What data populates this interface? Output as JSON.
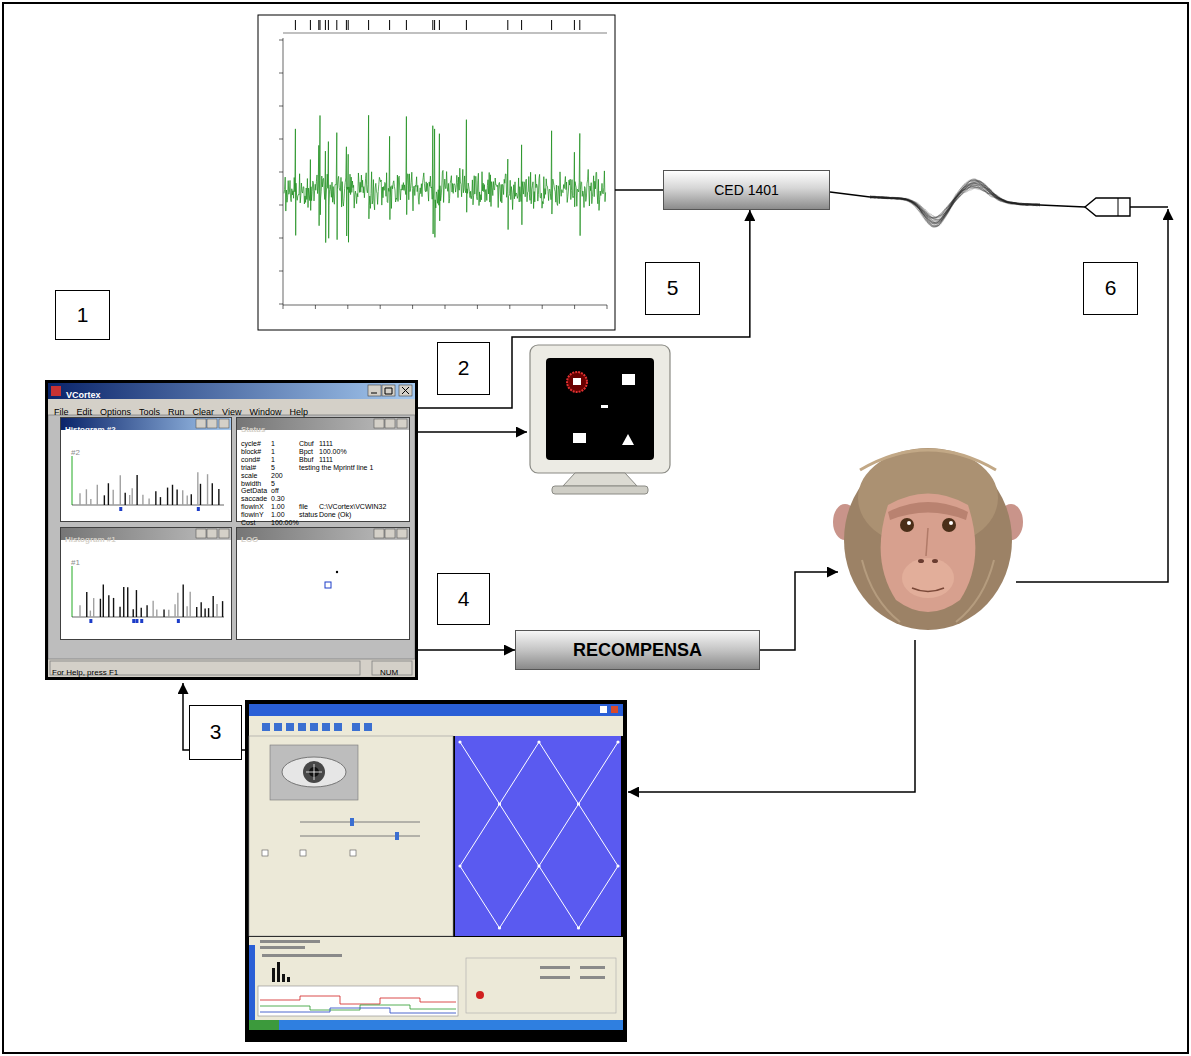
{
  "diagram": {
    "nodes": [
      {
        "text": [
          "CED 1401"
        ]
      },
      {
        "text": [
          "5"
        ]
      },
      {
        "text": [
          "6"
        ]
      },
      {
        "text": [
          "1"
        ]
      },
      {
        "text": [
          "2"
        ]
      },
      {
        "text": [
          "VCortex",
          "File",
          "Edit",
          "Options",
          "Tools",
          "Run",
          "Clear",
          "View",
          "Window",
          "Help",
          "For Help, press F1",
          "NUM"
        ]
      },
      {
        "text": [
          "Histogram #2",
          "#2"
        ],
        "in": 5
      },
      {
        "text": [
          "Status",
          "cycle#",
          "1",
          "block#",
          "1",
          "cond#",
          "1",
          "trial#",
          "5",
          "scale",
          "200",
          "bwidth",
          "5",
          "GetData",
          "off",
          "saccade",
          "0.30",
          "flowinX",
          "1.00",
          "flowinY",
          "1.00",
          "Cost",
          "100.00%",
          "Cbuf",
          "1111",
          "Bpct",
          "100.00%",
          "Bbuf",
          "1111",
          "testing the Mprintf line 1",
          "file",
          "C:\\VCortex\\VCWIN32",
          "status",
          "Done (Ok)"
        ],
        "in": 5
      },
      {
        "text": [
          "Histogram #1",
          "#1"
        ],
        "in": 5
      },
      {
        "text": [
          "LOG"
        ],
        "in": 5
      },
      {
        "text": [
          "4"
        ]
      },
      {
        "text": [
          "RECOMPENSA"
        ]
      },
      {
        "text": [
          "3"
        ]
      }
    ],
    "edges": [
      {
        "from": 5,
        "to": 0,
        "arrow": "to"
      },
      {
        "from": 5,
        "to": 11,
        "arrow": "to"
      }
    ]
  }
}
